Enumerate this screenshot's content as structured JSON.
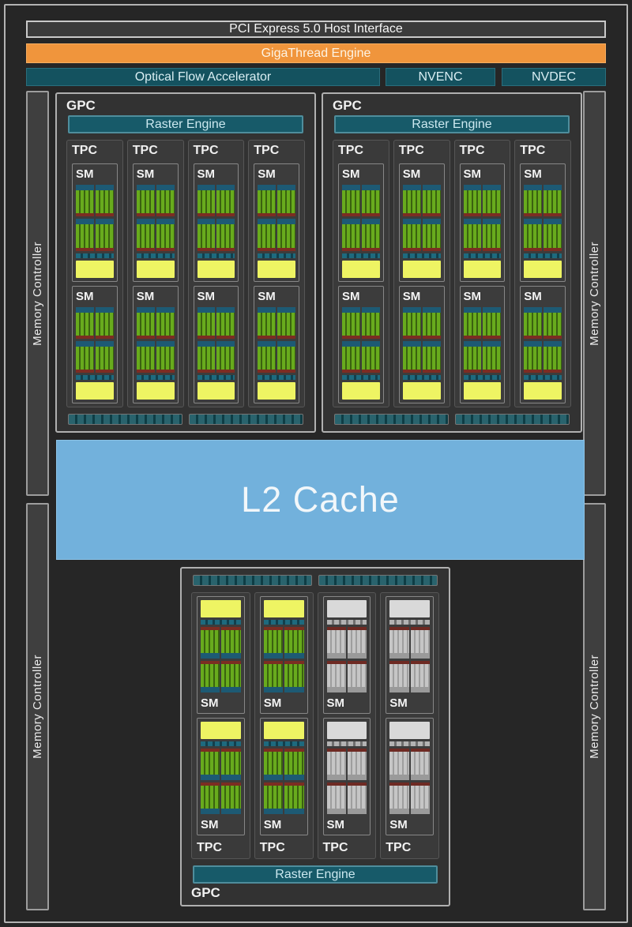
{
  "bars": {
    "pci": "PCI Express 5.0 Host Interface",
    "gigathread": "GigaThread Engine",
    "ofa": "Optical Flow Accelerator",
    "nvenc": "NVENC",
    "nvdec": "NVDEC"
  },
  "labels": {
    "gpc": "GPC",
    "tpc": "TPC",
    "sm": "SM",
    "raster_engine": "Raster Engine"
  },
  "l2_cache": {
    "label": "L2 Cache"
  },
  "memory_controllers": [
    {
      "side": "left",
      "position": "top",
      "label": "Memory Controller"
    },
    {
      "side": "left",
      "position": "bottom",
      "label": "Memory Controller"
    },
    {
      "side": "right",
      "position": "top",
      "label": "Memory Controller"
    },
    {
      "side": "right",
      "position": "bottom",
      "label": "Memory Controller"
    }
  ],
  "gpcs": [
    {
      "name": "top-left",
      "layout": "normal",
      "tpcs": [
        {
          "sms": [
            "active",
            "active"
          ]
        },
        {
          "sms": [
            "active",
            "active"
          ]
        },
        {
          "sms": [
            "active",
            "active"
          ]
        },
        {
          "sms": [
            "active",
            "active"
          ]
        }
      ]
    },
    {
      "name": "top-right",
      "layout": "normal",
      "tpcs": [
        {
          "sms": [
            "active",
            "active"
          ]
        },
        {
          "sms": [
            "active",
            "active"
          ]
        },
        {
          "sms": [
            "active",
            "active"
          ]
        },
        {
          "sms": [
            "active",
            "active"
          ]
        }
      ]
    },
    {
      "name": "bottom",
      "layout": "flipped",
      "tpcs": [
        {
          "sms": [
            "active",
            "active"
          ]
        },
        {
          "sms": [
            "active",
            "active"
          ]
        },
        {
          "sms": [
            "disabled",
            "disabled"
          ]
        },
        {
          "sms": [
            "disabled",
            "disabled"
          ]
        }
      ]
    }
  ],
  "colors": {
    "accent_orange": "#f0953c",
    "engine_teal": "#14525f",
    "raster_teal": "#175a69",
    "l2_blue": "#72b1dc",
    "core_green": "#68ab1d",
    "core_green_dark": "#3a620f",
    "cache_yellow": "#eef463",
    "divider_red": "#7c2d22",
    "scheduler_blue": "#1d5a74",
    "disabled_gray": "#c6c6c6"
  }
}
